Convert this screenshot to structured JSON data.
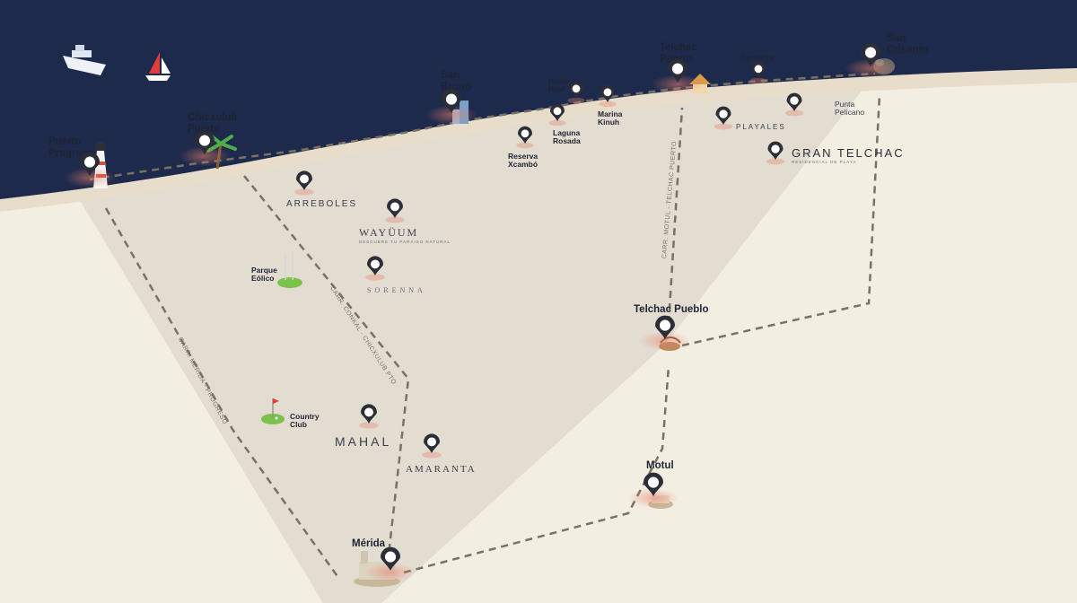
{
  "colors": {
    "sea": "#1e2a4c",
    "sand": "#f3eee2",
    "beach": "#e7ddca",
    "zone": "#e2dcd1",
    "route": "#7a7066",
    "pin": "#2b2e36",
    "glow": "#e8806a"
  },
  "places": {
    "puerto_progreso": "Puerto\nProgreso",
    "chicxulub_puerto": "Chicxulub\nPuerto",
    "san_bruno": "San\nBruno",
    "hotel_reef": "Hotel\nReef",
    "laguna_rosada": "Laguna\nRosada",
    "marina_kinuh": "Marina\nKinuh",
    "reserva_xcambo": "Reserva\nXcambó",
    "telchac_puerto": "Telchac\nPuerto",
    "coraletta": "Coraletta",
    "san_crisanto": "San\nCrisanto",
    "punta_pelicano": "Punta\nPelícano",
    "parque_eolico": "Parque\nEólico",
    "country_club": "Country\nClub",
    "telchac_pueblo": "Telchac Pueblo",
    "motul": "Motul",
    "merida": "Mérida"
  },
  "brands": {
    "arreboles": "ARREBOLES",
    "wayuum": "WAYÜUM",
    "wayuum_sub": "DESCUBRE TU PARAISO NATURAL",
    "sorenna": "SORENNA",
    "mahal": "MAHAL",
    "amaranta": "AMARANTA",
    "playales": "PLAYALES",
    "gran_telchac": "GRAN TELCHAC",
    "gran_telchac_sub": "RESIDENCIAL DE PLAYA"
  },
  "roads": {
    "merida_progreso": "CARR. MÉRIDA - PROGRESO",
    "conkal_chicxulub": "CARR. CONKAL - CHICXULUB PTO",
    "motul_telchac": "CARR. MOTUL - TELCHAC PUERTO"
  }
}
